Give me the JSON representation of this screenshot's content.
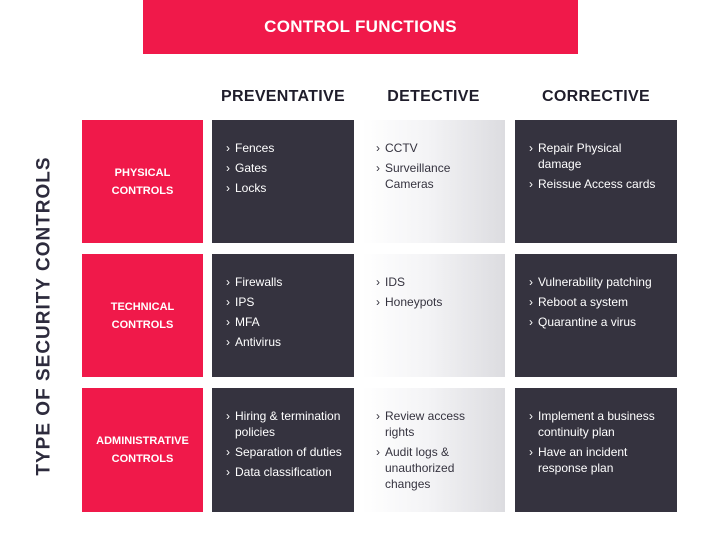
{
  "banner": {
    "title": "CONTROL FUNCTIONS"
  },
  "side_label": "TYPE OF SECURITY CONTROLS",
  "columns": [
    "PREVENTATIVE",
    "DETECTIVE",
    "CORRECTIVE"
  ],
  "bullet": "›",
  "rows": [
    {
      "label_line1": "PHYSICAL",
      "label_line2": "CONTROLS",
      "preventative": [
        "Fences",
        "Gates",
        "Locks"
      ],
      "detective": [
        "CCTV",
        "Surveillance Cameras"
      ],
      "corrective": [
        "Repair Physical damage",
        "Reissue Access cards"
      ]
    },
    {
      "label_line1": "TECHNICAL",
      "label_line2": "CONTROLS",
      "preventative": [
        "Firewalls",
        "IPS",
        "MFA",
        "Antivirus"
      ],
      "detective": [
        "IDS",
        "Honeypots"
      ],
      "corrective": [
        "Vulnerability patching",
        "Reboot a system",
        "Quarantine a virus"
      ]
    },
    {
      "label_line1": "ADMINISTRATIVE",
      "label_line2": "CONTROLS",
      "preventative": [
        "Hiring & termination policies",
        "Separation of duties",
        "Data classification"
      ],
      "detective": [
        "Review access rights",
        "Audit logs & unauthorized changes"
      ],
      "corrective": [
        "Implement a business continuity plan",
        "Have an incident response plan"
      ]
    }
  ],
  "colors": {
    "accent": "#f0194a",
    "dark_cell": "#35333f",
    "light_cell": "#ececef",
    "text_dark": "#1f1d2b"
  }
}
